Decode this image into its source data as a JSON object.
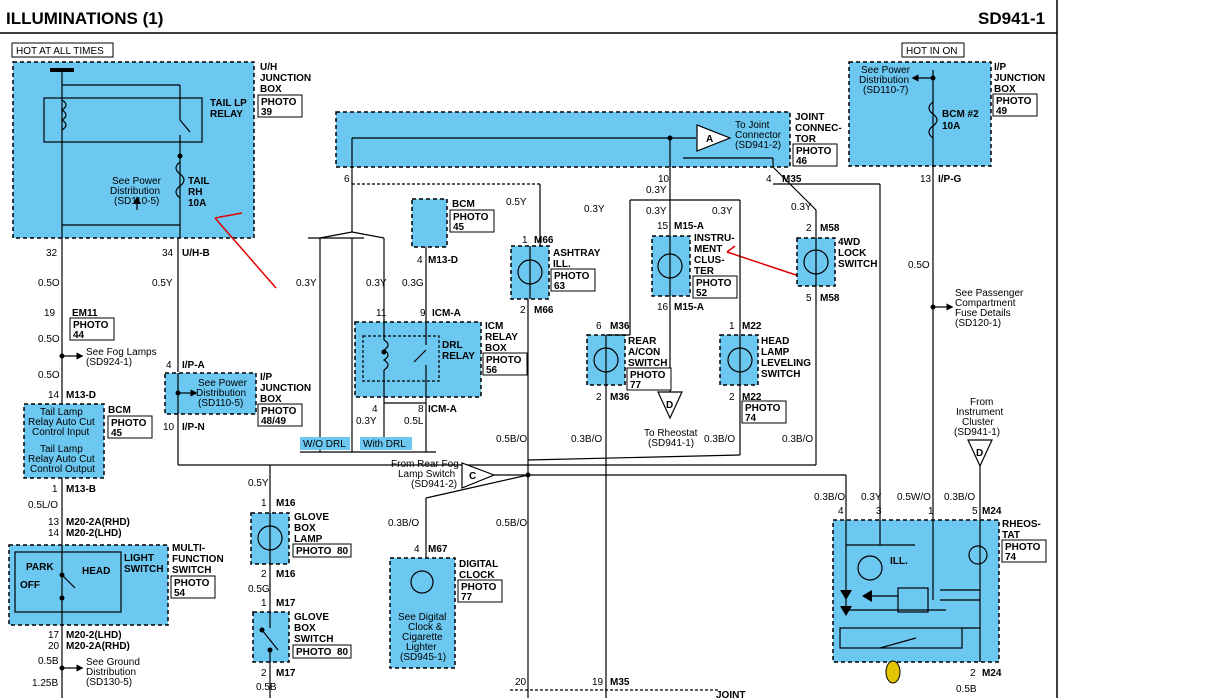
{
  "header": {
    "title": "ILLUMINATIONS (1)",
    "code": "SD941-1"
  },
  "labels": {
    "hot_at_all_times": "HOT AT ALL TIMES",
    "hot_in_on": "HOT IN ON",
    "wo_drl": "W/O DRL",
    "with_drl": "With DRL"
  },
  "uh_junction": {
    "name": [
      "U/H",
      "JUNCTION",
      "BOX"
    ],
    "photo": [
      "PHOTO",
      "39"
    ],
    "relay": [
      "TAIL LP",
      "RELAY"
    ],
    "fuse": [
      "TAIL",
      "RH",
      "10A"
    ],
    "power_ref": [
      "See Power",
      "Distribution",
      "(SD110-5)"
    ],
    "pin_left": "32",
    "pin_right": "34",
    "pin_right_conn": "U/H-B"
  },
  "ip_junction_right": {
    "name": [
      "I/P",
      "JUNCTION",
      "BOX"
    ],
    "photo": [
      "PHOTO",
      "49"
    ],
    "power_ref": [
      "See Power",
      "Distribution",
      "(SD110-7)"
    ],
    "fuse": [
      "BCM #2",
      "10A"
    ],
    "pin": "13",
    "conn": "I/P-G"
  },
  "joint_connector": {
    "name": [
      "JOINT",
      "CONNEC-",
      "TOR"
    ],
    "photo": [
      "PHOTO",
      "46"
    ],
    "ref": [
      "To Joint",
      "Connector",
      "(SD941-2)"
    ],
    "letter": "A",
    "pin_left": "6",
    "pin_mid": "10",
    "pin_right": "4",
    "conn": "M35"
  },
  "components": {
    "bcm_top": {
      "name": "BCM",
      "photo": [
        "PHOTO",
        "45"
      ],
      "pin": "4",
      "conn": "M13-D"
    },
    "ashtray": {
      "name": [
        "ASHTRAY",
        "ILL."
      ],
      "photo": [
        "PHOTO",
        "63"
      ],
      "pin_top": "1",
      "conn_top": "M66",
      "pin_bot": "2",
      "conn_bot": "M66"
    },
    "cluster": {
      "name": [
        "INSTRU-",
        "MENT",
        "CLUS-",
        "TER"
      ],
      "photo": [
        "PHOTO",
        "52"
      ],
      "pin_top": "15",
      "conn_top": "M15-A",
      "pin_bot": "16",
      "conn_bot": "M15-A"
    },
    "lock_4wd": {
      "name": [
        "4WD",
        "LOCK",
        "SWITCH"
      ],
      "pin_top": "2",
      "conn_top": "M58",
      "pin_bot": "5",
      "conn_bot": "M58"
    },
    "icm": {
      "name": [
        "ICM",
        "RELAY",
        "BOX"
      ],
      "photo": [
        "PHOTO",
        "56"
      ],
      "relay": [
        "DRL",
        "RELAY"
      ],
      "pin_tl": "11",
      "pin_tr": "9",
      "conn_top": "ICM-A",
      "pin_bl": "4",
      "pin_br": "8",
      "conn_bot": "ICM-A"
    },
    "rear_acon": {
      "name": [
        "REAR",
        "A/CON",
        "SWITCH"
      ],
      "photo": [
        "PHOTO",
        "77"
      ],
      "pin_top": "6",
      "conn_top": "M36",
      "pin_bot": "2",
      "conn_bot": "M36"
    },
    "head_lamp": {
      "name": [
        "HEAD",
        "LAMP",
        "LEVELING",
        "SWITCH"
      ],
      "photo": [
        "PHOTO",
        "74"
      ],
      "pin_top": "1",
      "conn_top": "M22",
      "pin_bot": "2",
      "conn_bot": "M22"
    },
    "em11": {
      "pin": "19",
      "conn": "EM11",
      "photo": [
        "PHOTO",
        "44"
      ]
    },
    "bcm_mid": {
      "name": "BCM",
      "photo": [
        "PHOTO",
        "45"
      ],
      "pin_top": "14",
      "conn_top": "M13-D",
      "inputs": [
        "Tail Lamp",
        "Relay Auto Cut",
        "Control Input"
      ],
      "outputs": [
        "Tail Lamp",
        "Relay Auto Cut",
        "Control Output"
      ],
      "pin_bot": "1",
      "conn_bot": "M13-B"
    },
    "ip_junction_left": {
      "name": [
        "I/P",
        "JUNCTION",
        "BOX"
      ],
      "photo": [
        "PHOTO",
        "48/49"
      ],
      "ref": [
        "See Power",
        "Distribution",
        "(SD110-5)"
      ],
      "pin_top": "4",
      "conn_top": "I/P-A",
      "pin_bot": "10",
      "conn_bot": "I/P-N"
    },
    "glove_lamp": {
      "name": [
        "GLOVE",
        "BOX",
        "LAMP"
      ],
      "photo": [
        "PHOTO",
        "80"
      ],
      "pin_top": "1",
      "conn_top": "M16",
      "pin_bot": "2",
      "conn_bot": "M16"
    },
    "glove_switch": {
      "name": [
        "GLOVE",
        "BOX",
        "SWITCH"
      ],
      "photo": [
        "PHOTO",
        "80"
      ],
      "pin_top": "1",
      "conn_top": "M17",
      "pin_bot": "2",
      "conn_bot": "M17"
    },
    "digital_clock": {
      "name": [
        "DIGITAL",
        "CLOCK"
      ],
      "photo": [
        "PHOTO",
        "77"
      ],
      "ref": [
        "See Digital",
        "Clock &",
        "Cigarette",
        "Lighter",
        "(SD945-1)"
      ],
      "pin": "4",
      "conn": "M67"
    },
    "multi_switch": {
      "name": [
        "MULTI-",
        "FUNCTION",
        "SWITCH"
      ],
      "photo": [
        "PHOTO",
        "54"
      ],
      "sub": [
        "LIGHT",
        "SWITCH"
      ],
      "park": "PARK",
      "off": "OFF",
      "head": "HEAD",
      "pin_top1": "13",
      "conn_top1": "M20-2A(RHD)",
      "pin_top2": "14",
      "conn_top2": "M20-2(LHD)",
      "pin_bot1": "17",
      "conn_bot1": "M20-2(LHD)",
      "pin_bot2": "20",
      "conn_bot2": "M20-2A(RHD)"
    },
    "rheostat": {
      "name": [
        "RHEOS-",
        "TAT"
      ],
      "photo": [
        "PHOTO",
        "74"
      ],
      "ill": "ILL.",
      "pins": [
        "4",
        "3",
        "1",
        "5"
      ],
      "conn": "M24",
      "pin_bot": "2",
      "conn_bot": "M24"
    }
  },
  "refs": {
    "fog_lamps": [
      "See Fog Lamps",
      "(SD924-1)"
    ],
    "rheostat_d": [
      "To Rheostat",
      "(SD941-1)"
    ],
    "rear_fog": [
      "From Rear Fog",
      "Lamp Switch",
      "(SD941-2)"
    ],
    "passenger_fuse": [
      "See Passenger",
      "Compartment",
      "Fuse Details",
      "(SD120-1)"
    ],
    "from_cluster": [
      "From",
      "Instrument",
      "Cluster",
      "(SD941-1)"
    ],
    "ground": [
      "See Ground",
      "Distribution",
      "(SD130-5)"
    ],
    "letter_c": "C",
    "letter_d": "D"
  },
  "wires": {
    "w_32": "0.5O",
    "w_34": "0.5Y",
    "w_em11": "0.5O",
    "w_em11b": "0.5O",
    "w_bcm_top": "0.5O",
    "w_bcm_out": "0.5L/O",
    "w_joint6": "0.3Y",
    "w_joint_y1": "0.5Y",
    "w_bcm_g": "0.3G",
    "w_icm_y": "0.3Y",
    "w_icm_bl": "0.3Y",
    "w_icm_br": "0.5L",
    "w_10a": "0.3Y",
    "w_10b": "0.3Y",
    "w_10c": "0.3Y",
    "w_10d": "0.3Y",
    "w_4wd": "0.3Y",
    "w_ipg": "0.5O",
    "w_bo1": "0.5B/O",
    "w_bo2": "0.3B/O",
    "w_bo3": "0.3B/O",
    "w_bo4": "0.3B/O",
    "w_glove": "0.5Y",
    "w_glove2": "0.5G",
    "w_glove3": "0.5B",
    "w_clock1": "0.3B/O",
    "w_clock2": "0.5B/O",
    "w_rh1": "0.3B/O",
    "w_rh2": "0.3Y",
    "w_rh3": "0.5W/O",
    "w_rh4": "0.3B/O",
    "w_rh_bot": "0.5B",
    "w_gnd1": "0.5B",
    "w_gnd2": "1.25B",
    "pin_20": "20",
    "pin_19": "19",
    "conn_m35": "M35",
    "joint_bottom": "JOINT"
  }
}
